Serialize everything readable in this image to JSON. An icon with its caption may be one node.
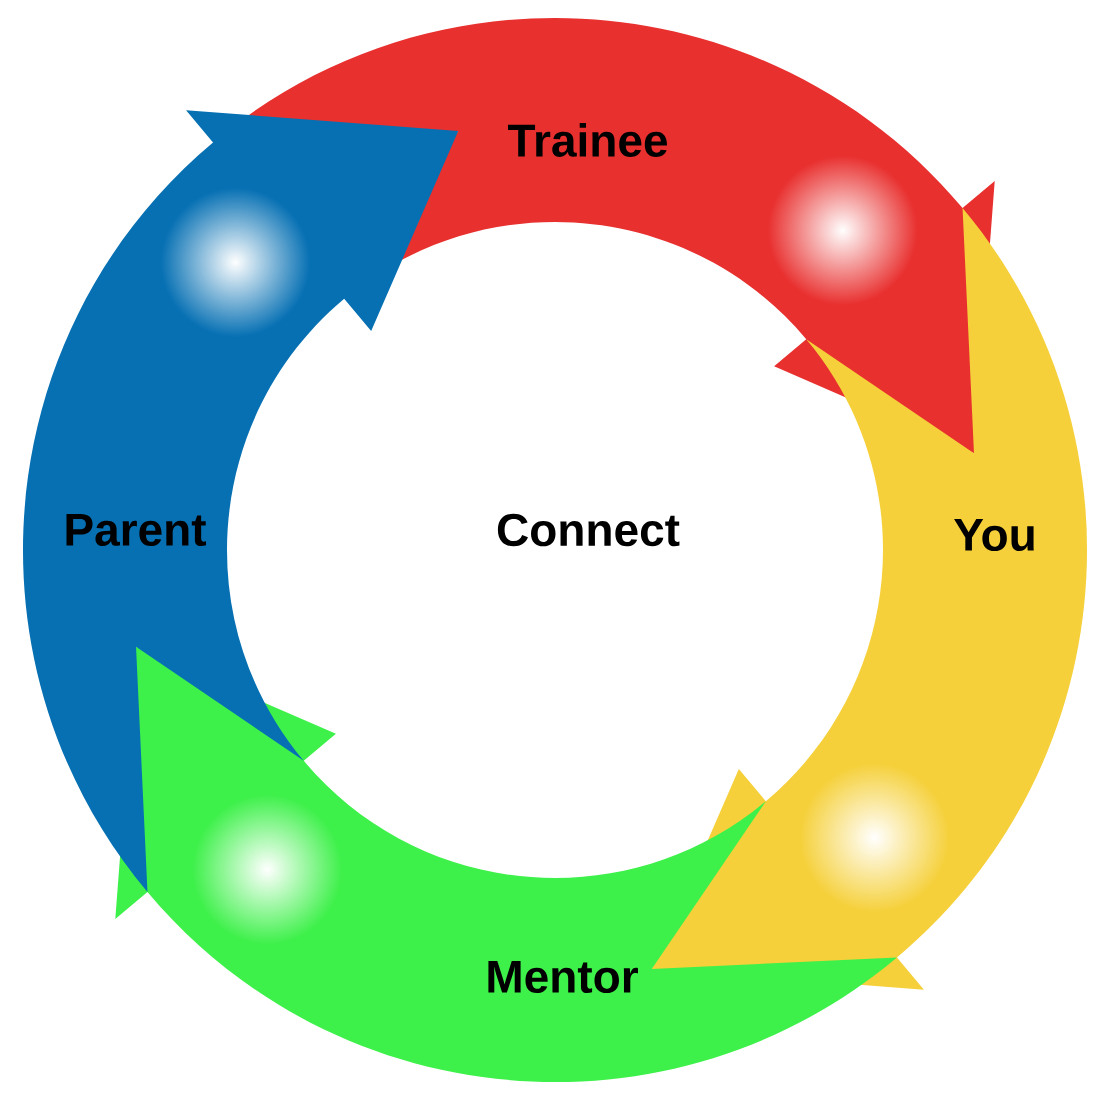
{
  "diagram": {
    "nodes": [
      {
        "text": [
          "Trainee"
        ]
      },
      {
        "text": [
          "You"
        ]
      },
      {
        "text": [
          "Mentor"
        ]
      },
      {
        "text": [
          "Parent"
        ]
      }
    ],
    "labels": [
      "Connect"
    ]
  }
}
